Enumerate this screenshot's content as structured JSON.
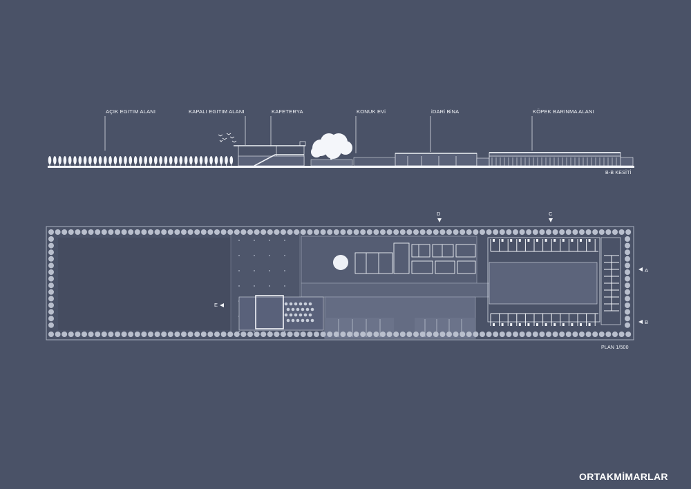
{
  "section": {
    "title": "B-B KESİTİ",
    "labels": [
      {
        "id": "acik",
        "text": "AÇIK EGITIM ALANI"
      },
      {
        "id": "kapali",
        "text": "KAPALI EGITIM ALANI"
      },
      {
        "id": "kafeterya",
        "text": "KAFETERYA"
      },
      {
        "id": "konuk",
        "text": "KONUK EVi"
      },
      {
        "id": "idari",
        "text": "iDARi BiNA"
      },
      {
        "id": "kopek",
        "text": "KÖPEK BARINMA ALANI"
      }
    ]
  },
  "plan": {
    "title": "PLAN 1/500",
    "markers": {
      "a": "A",
      "b": "B",
      "c": "C",
      "d": "D",
      "e": "E"
    }
  },
  "brand": {
    "name": "ORTAKMİMARLAR"
  },
  "colors": {
    "background": "#4a5267",
    "linework": "#f2f4f8"
  }
}
